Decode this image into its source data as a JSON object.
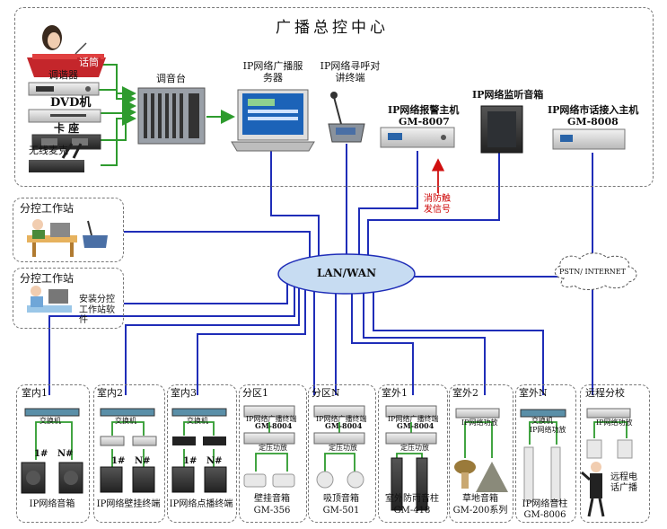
{
  "center": {
    "title": "广播总控中心",
    "mic_label": "话筒",
    "tuner": "调谐器",
    "dvd": "DVD机",
    "cassette": "卡 座",
    "wireless_mic": "无线麦克",
    "mixer": "调音台",
    "server": "IP网络广播服务器",
    "paging": "IP网络寻呼对讲终端",
    "alarm_host": "IP网络报警主机",
    "alarm_model": "GM-8007",
    "monitor": "IP网络监听音箱",
    "phone_host": "IP网络市话接入主机",
    "phone_model": "GM-8008",
    "fire_signal": "消防触发信号"
  },
  "network": {
    "lan": "LAN/WAN",
    "pstn": "PSTN/ INTERNET"
  },
  "stations": [
    {
      "title": "分控工作站",
      "note": ""
    },
    {
      "title": "分控工作站",
      "note": "安装分控工作站软件"
    }
  ],
  "zones": [
    {
      "name": "室内1",
      "switch": "交换机",
      "t1": "1#",
      "t2": "N#",
      "bottom": "IP网络音箱",
      "model": ""
    },
    {
      "name": "室内2",
      "switch": "交换机",
      "t1": "1#",
      "t2": "N#",
      "bottom": "IP网络壁挂终端",
      "model": ""
    },
    {
      "name": "室内3",
      "switch": "交换机",
      "t1": "1#",
      "t2": "N#",
      "bottom": "IP网络点播终端",
      "model": ""
    },
    {
      "name": "分区1",
      "term": "IP网络广播终端",
      "term_model": "GM-8004",
      "amp": "定压功放",
      "bottom": "壁挂音箱",
      "model": "GM-356"
    },
    {
      "name": "分区N",
      "term": "IP网络广播终端",
      "term_model": "GM-8004",
      "amp": "定压功放",
      "bottom": "吸顶音箱",
      "model": "GM-501"
    },
    {
      "name": "室外1",
      "term": "IP网络广播终端",
      "term_model": "GM-8004",
      "amp": "定压功放",
      "bottom": "室外防雨音柱",
      "model": "GM-418"
    },
    {
      "name": "室外2",
      "amp": "IP网络功放",
      "bottom": "草地音箱",
      "model": "GM-200系列"
    },
    {
      "name": "室外N",
      "switch": "交换机",
      "amp": "IP网络功放",
      "bottom": "IP网络音柱",
      "model": "GM-8006"
    },
    {
      "name": "远程分校",
      "amp": "IP网络功放",
      "bottom": "远程电话广播",
      "model": ""
    }
  ],
  "colors": {
    "line": "#1f2db8",
    "green": "#2e9b2e",
    "red": "#d01010",
    "cloud": "#c7dcf2"
  }
}
